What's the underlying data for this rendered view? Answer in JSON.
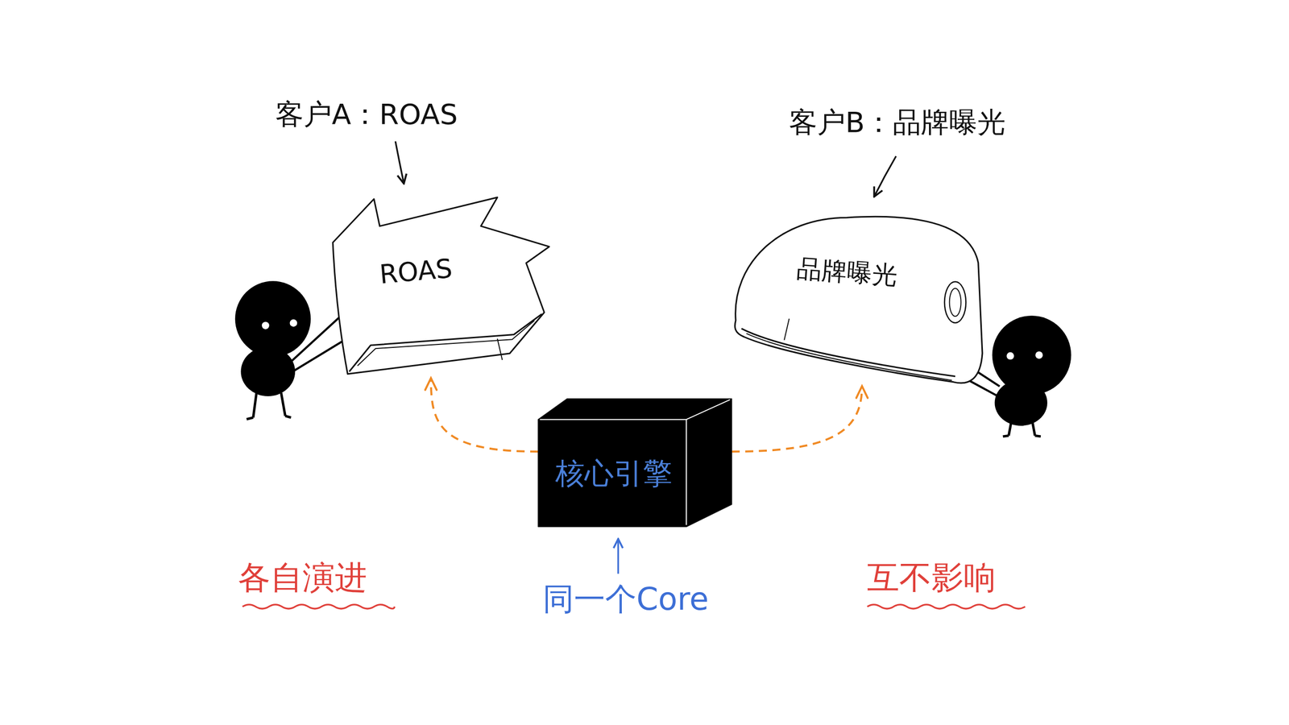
{
  "diagram": {
    "nodes": [
      {
        "text": [
          "ROAS"
        ]
      },
      {
        "text": [
          "品牌曝光"
        ]
      },
      {
        "text": [
          "核心引擎"
        ]
      }
    ],
    "edges": [
      {
        "from": 2,
        "to": 0,
        "arrow": "to"
      },
      {
        "from": 2,
        "to": 1,
        "arrow": "to"
      }
    ],
    "labels": [
      "客户A：ROAS",
      "客户B：品牌曝光",
      "同一个Core",
      "各自演进",
      "互不影响"
    ]
  }
}
